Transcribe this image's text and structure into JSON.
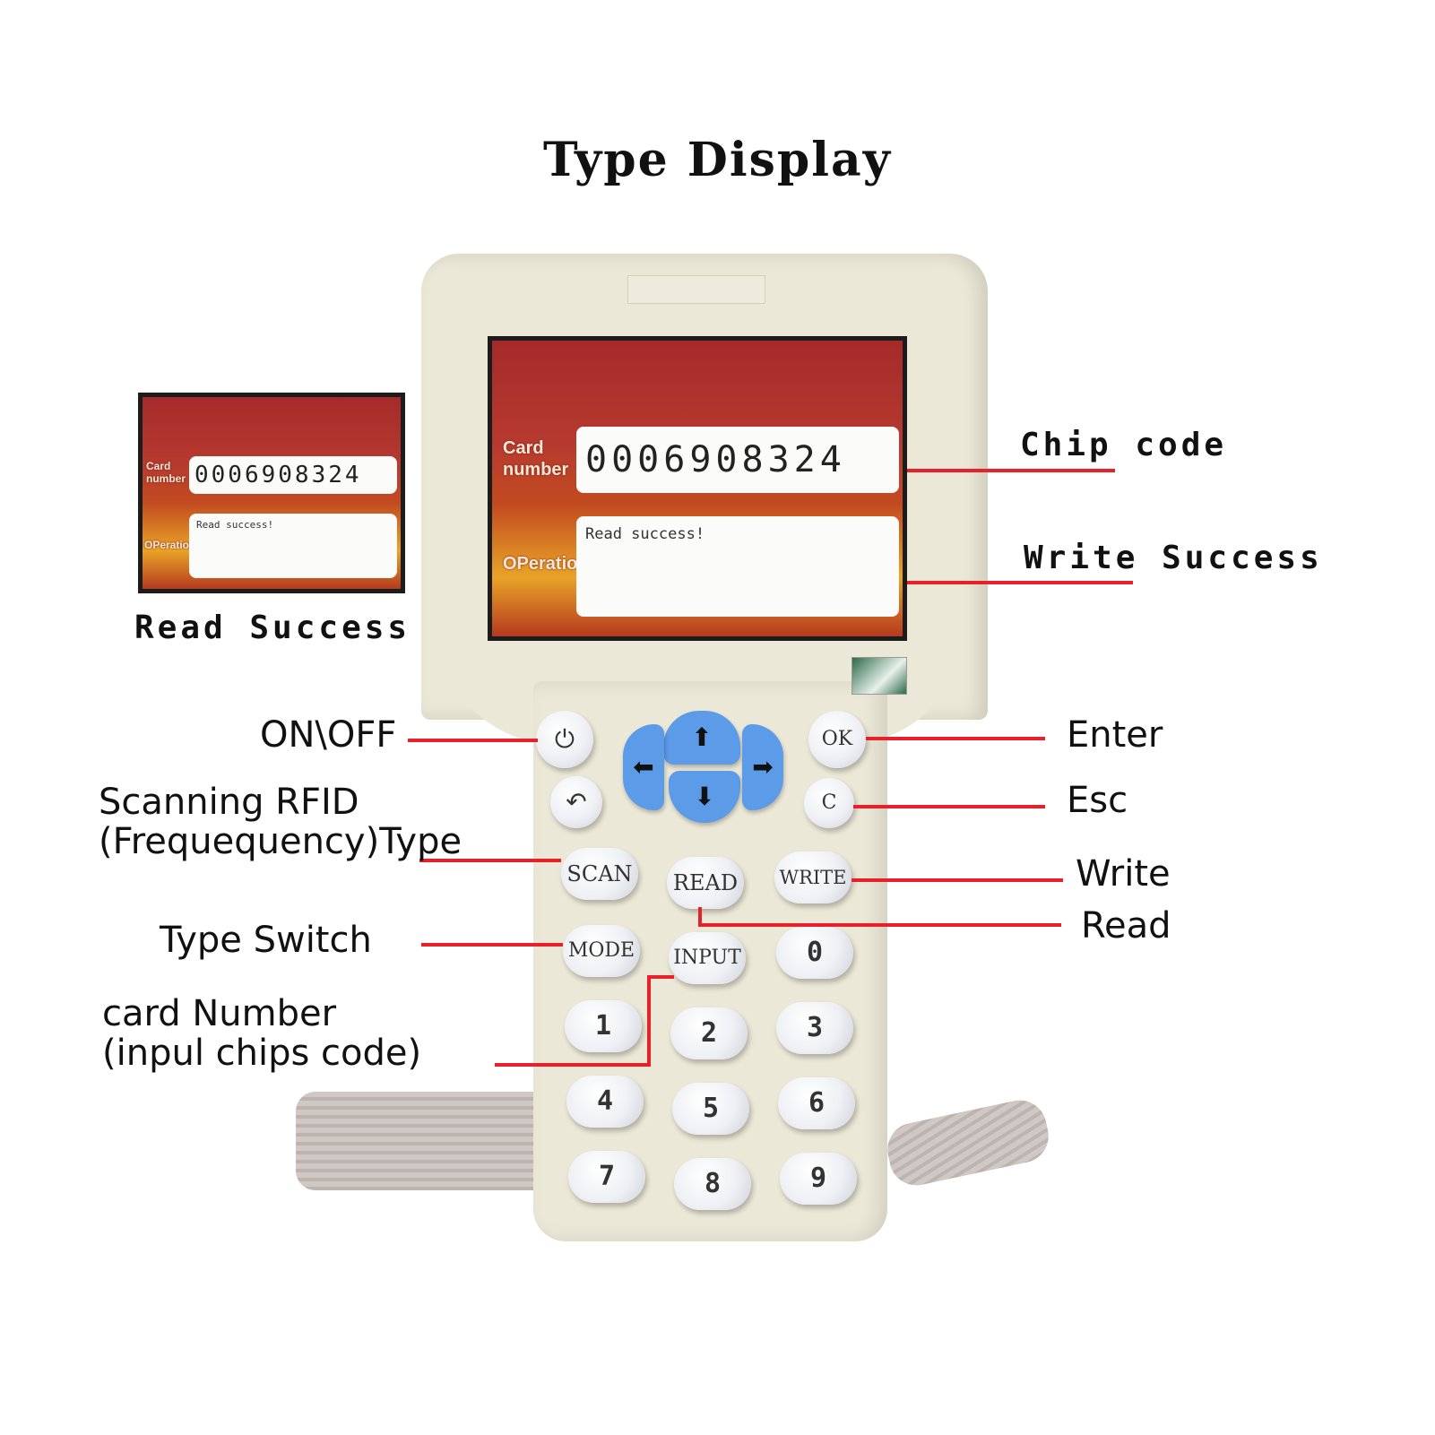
{
  "title": "Type Display",
  "screen": {
    "card_label": "Card\nnumber",
    "chip_code": "0006908324",
    "operation_label": "OPeration",
    "operation_message": "Read success!"
  },
  "inset_caption": "Read Success",
  "callouts": {
    "chip_code": "Chip code",
    "write_success": "Write Success",
    "on_off": "ON\\OFF",
    "scanning_line1": "Scanning RFID",
    "scanning_line2": "(Frequequency)Type",
    "type_switch": "Type Switch",
    "card_number_line1": "card Number",
    "card_number_line2": "(inpul chips code)",
    "enter": "Enter",
    "esc": "Esc",
    "write": "Write",
    "read": "Read"
  },
  "keys": {
    "power": "⏻",
    "back": "↶",
    "ok": "OK",
    "c": "C",
    "scan": "SCAN",
    "read": "READ",
    "write": "WRITE",
    "mode": "MODE",
    "input": "INPUT",
    "zero": "0",
    "one": "1",
    "two": "2",
    "three": "3",
    "four": "4",
    "five": "5",
    "six": "6",
    "seven": "7",
    "eight": "8",
    "nine": "9",
    "up": "⬆",
    "down": "⬇",
    "left": "⬅",
    "right": "➡"
  },
  "colors": {
    "callout_line": "#e8202a",
    "arrow_keys": "#5b9be8",
    "device_body": "#ece8d7"
  }
}
